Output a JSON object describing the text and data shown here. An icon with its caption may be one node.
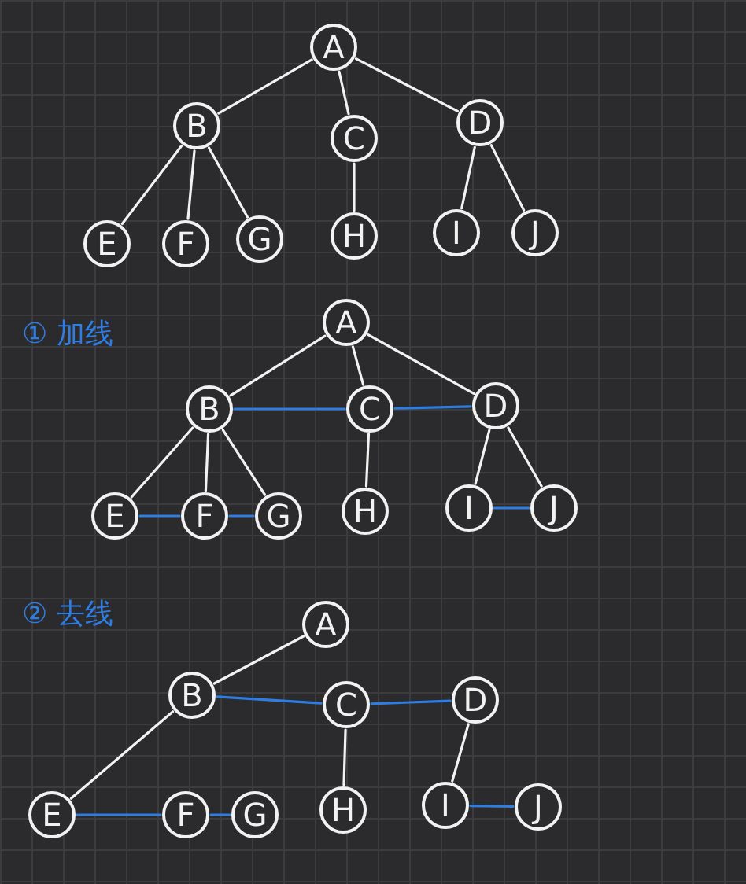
{
  "diagram": {
    "nodes": [
      {
        "text": [
          "A"
        ]
      },
      {
        "text": [
          "B"
        ]
      },
      {
        "text": [
          "C"
        ]
      },
      {
        "text": [
          "D"
        ]
      },
      {
        "text": [
          "E"
        ]
      },
      {
        "text": [
          "F"
        ]
      },
      {
        "text": [
          "G"
        ]
      },
      {
        "text": [
          "H"
        ]
      },
      {
        "text": [
          "I"
        ]
      },
      {
        "text": [
          "J"
        ]
      },
      {
        "text": [
          "A"
        ]
      },
      {
        "text": [
          "B"
        ]
      },
      {
        "text": [
          "C"
        ]
      },
      {
        "text": [
          "D"
        ]
      },
      {
        "text": [
          "E"
        ]
      },
      {
        "text": [
          "F"
        ]
      },
      {
        "text": [
          "G"
        ]
      },
      {
        "text": [
          "H"
        ]
      },
      {
        "text": [
          "I"
        ]
      },
      {
        "text": [
          "J"
        ]
      },
      {
        "text": [
          "A"
        ]
      },
      {
        "text": [
          "B"
        ]
      },
      {
        "text": [
          "C"
        ]
      },
      {
        "text": [
          "D"
        ]
      },
      {
        "text": [
          "E"
        ]
      },
      {
        "text": [
          "F"
        ]
      },
      {
        "text": [
          "G"
        ]
      },
      {
        "text": [
          "H"
        ]
      },
      {
        "text": [
          "I"
        ]
      },
      {
        "text": [
          "J"
        ]
      }
    ],
    "edges": [
      {
        "from": 0,
        "to": 1,
        "arrow": "none"
      },
      {
        "from": 0,
        "to": 2,
        "arrow": "none"
      },
      {
        "from": 0,
        "to": 3,
        "arrow": "none"
      },
      {
        "from": 1,
        "to": 4,
        "arrow": "none"
      },
      {
        "from": 1,
        "to": 5,
        "arrow": "none"
      },
      {
        "from": 1,
        "to": 6,
        "arrow": "none"
      },
      {
        "from": 2,
        "to": 7,
        "arrow": "none"
      },
      {
        "from": 3,
        "to": 8,
        "arrow": "none"
      },
      {
        "from": 3,
        "to": 9,
        "arrow": "none"
      },
      {
        "from": 10,
        "to": 11,
        "arrow": "none"
      },
      {
        "from": 10,
        "to": 12,
        "arrow": "none"
      },
      {
        "from": 10,
        "to": 13,
        "arrow": "none"
      },
      {
        "from": 11,
        "to": 14,
        "arrow": "none"
      },
      {
        "from": 11,
        "to": 15,
        "arrow": "none"
      },
      {
        "from": 11,
        "to": 16,
        "arrow": "none"
      },
      {
        "from": 12,
        "to": 17,
        "arrow": "none"
      },
      {
        "from": 13,
        "to": 18,
        "arrow": "none"
      },
      {
        "from": 13,
        "to": 19,
        "arrow": "none"
      },
      {
        "from": 11,
        "to": 12,
        "arrow": "none",
        "color": "#2f7de1"
      },
      {
        "from": 12,
        "to": 13,
        "arrow": "none",
        "color": "#2f7de1"
      },
      {
        "from": 14,
        "to": 15,
        "arrow": "none",
        "color": "#2f7de1"
      },
      {
        "from": 15,
        "to": 16,
        "arrow": "none",
        "color": "#2f7de1"
      },
      {
        "from": 18,
        "to": 19,
        "arrow": "none",
        "color": "#2f7de1"
      },
      {
        "from": 20,
        "to": 21,
        "arrow": "none"
      },
      {
        "from": 21,
        "to": 24,
        "arrow": "none"
      },
      {
        "from": 22,
        "to": 27,
        "arrow": "none"
      },
      {
        "from": 23,
        "to": 28,
        "arrow": "none"
      },
      {
        "from": 21,
        "to": 22,
        "arrow": "none",
        "color": "#2f7de1"
      },
      {
        "from": 22,
        "to": 23,
        "arrow": "none",
        "color": "#2f7de1"
      },
      {
        "from": 24,
        "to": 25,
        "arrow": "none",
        "color": "#2f7de1"
      },
      {
        "from": 25,
        "to": 26,
        "arrow": "none",
        "color": "#2f7de1"
      },
      {
        "from": 28,
        "to": 29,
        "arrow": "none",
        "color": "#2f7de1"
      }
    ],
    "labels": [
      "① 加线",
      "② 去线"
    ]
  }
}
